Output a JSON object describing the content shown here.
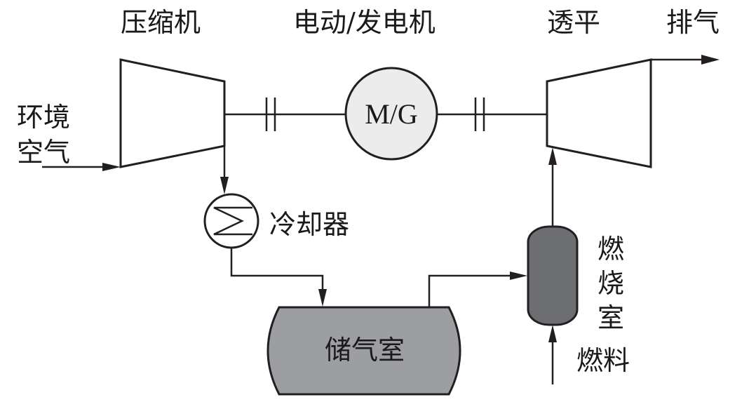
{
  "title_labels": {
    "compressor": "压缩机",
    "motor_generator": "电动/发电机",
    "turbine": "透平",
    "exhaust": "排气"
  },
  "labels": {
    "ambient_air_line1": "环境",
    "ambient_air_line2": "空气",
    "cooler": "冷却器",
    "storage": "储气室",
    "combustor_line1": "燃",
    "combustor_line2": "烧",
    "combustor_line3": "室",
    "fuel": "燃料",
    "mg_symbol": "M/G"
  },
  "colors": {
    "line": "#231f20",
    "mg_fill": "#ececec",
    "storage_fill": "#9d9ea1",
    "combustor_fill": "#6d6e71"
  }
}
